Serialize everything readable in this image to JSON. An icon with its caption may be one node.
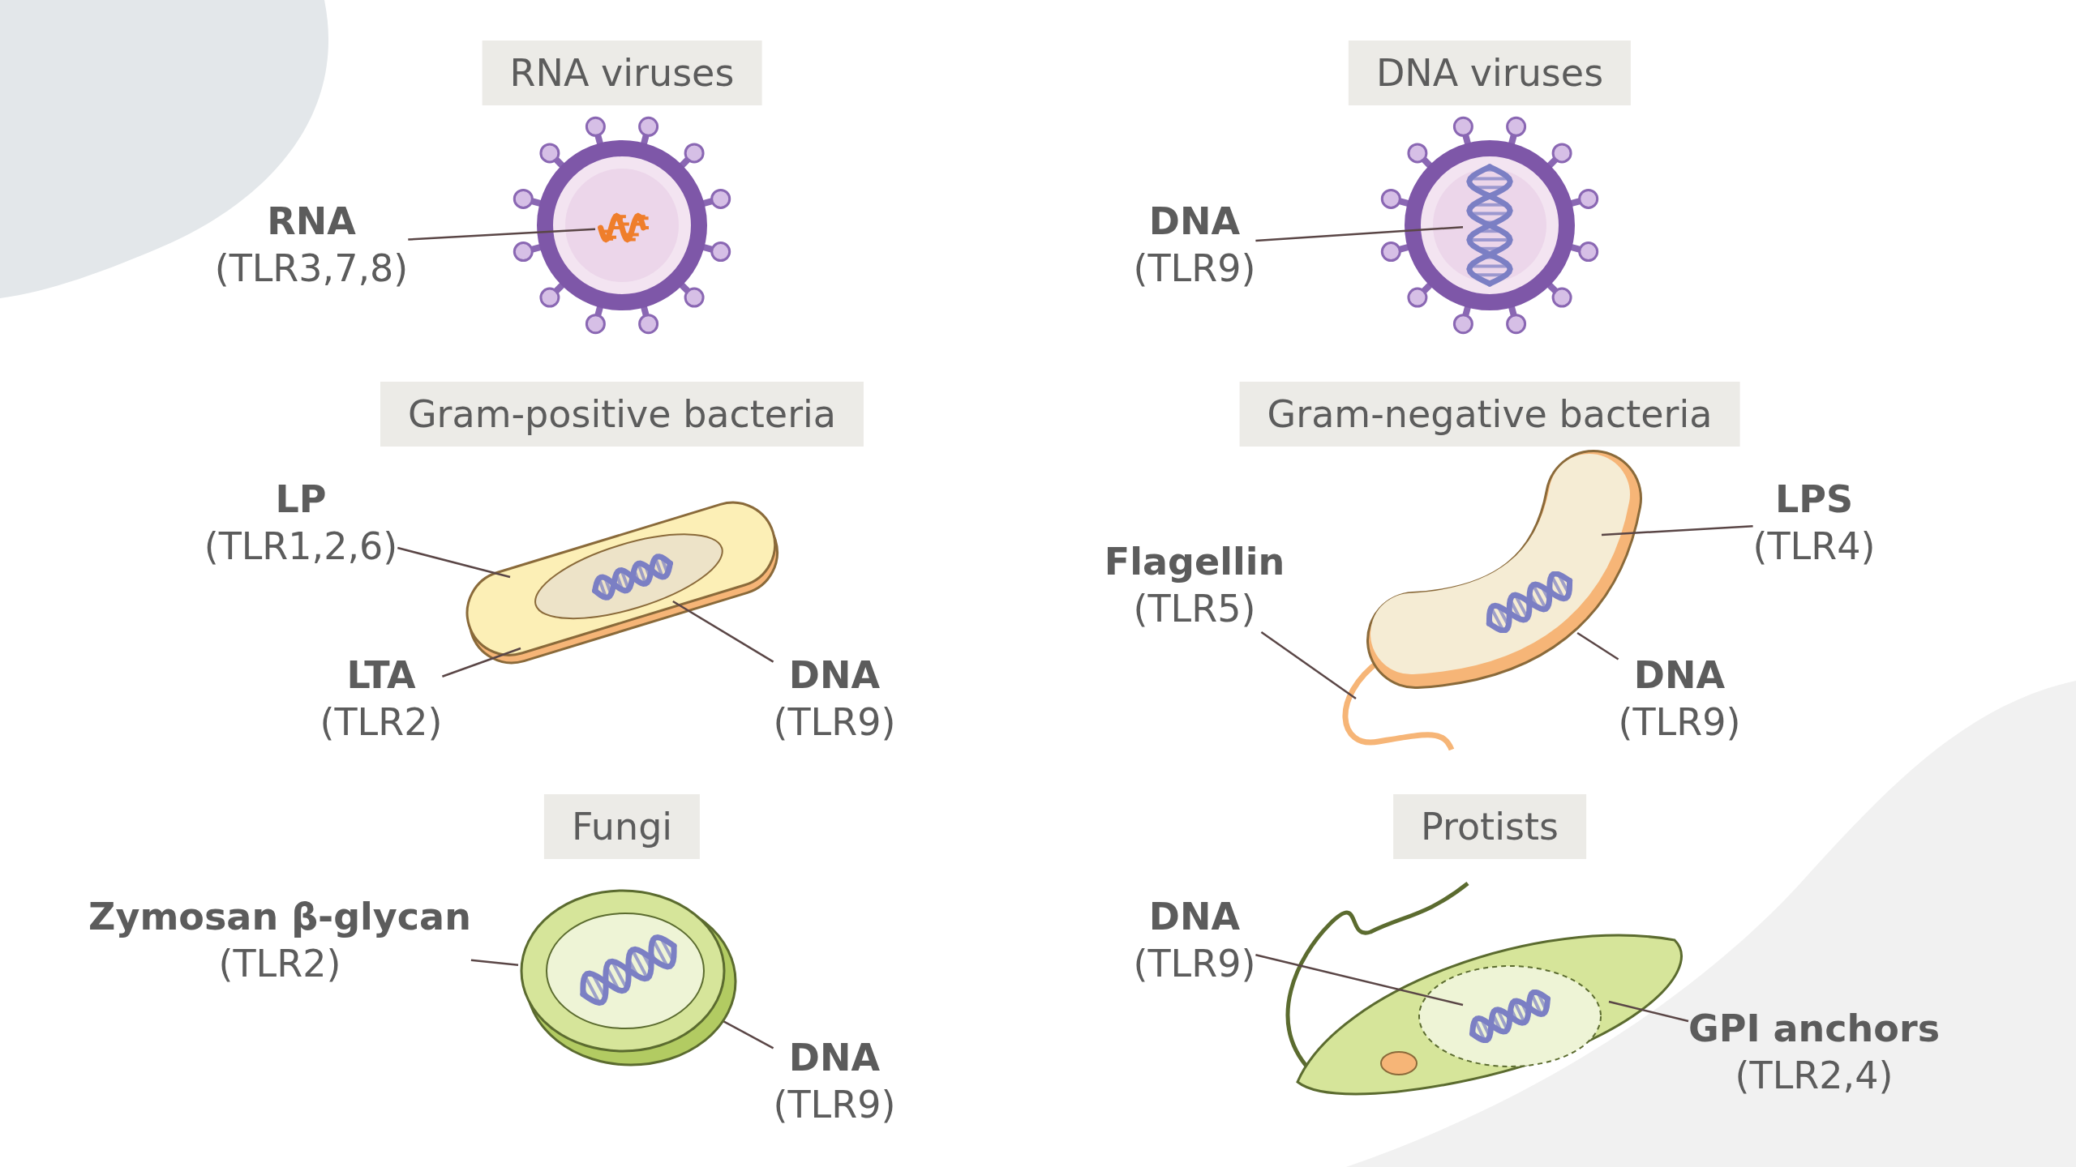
{
  "diagram": {
    "nodes": [
      {
        "text": [
          "RNA viruses"
        ]
      },
      {
        "text": [
          "RNA",
          "(TLR3,7,8)"
        ]
      },
      {
        "text": [],
        "shape": "picture"
      },
      {
        "text": [
          "DNA viruses"
        ]
      },
      {
        "text": [
          "DNA",
          "(TLR9)"
        ]
      },
      {
        "text": [],
        "shape": "picture"
      },
      {
        "text": [
          "Gram-positive bacteria"
        ]
      },
      {
        "text": [
          "LP",
          "(TLR1,2,6)"
        ]
      },
      {
        "text": [],
        "shape": "picture"
      },
      {
        "text": [
          "LTA",
          "(TLR2)"
        ]
      },
      {
        "text": [
          "DNA",
          "(TLR9)"
        ]
      },
      {
        "text": [
          "Gram-negative bacteria"
        ]
      },
      {
        "text": [
          "Flagellin",
          "(TLR5)"
        ]
      },
      {
        "text": [],
        "shape": "picture"
      },
      {
        "text": [
          "LPS",
          "(TLR4)"
        ]
      },
      {
        "text": [
          "DNA",
          "(TLR9)"
        ]
      },
      {
        "text": [
          "Fungi"
        ]
      },
      {
        "text": [
          "Zymosan β-glycan",
          "(TLR2)"
        ]
      },
      {
        "text": [],
        "shape": "picture"
      },
      {
        "text": [],
        "shape": "picture",
        "in": 18
      },
      {
        "text": [
          "DNA",
          "(TLR9)"
        ]
      },
      {
        "text": [
          "Protists"
        ]
      },
      {
        "text": [
          "DNA",
          "(TLR9)"
        ]
      },
      {
        "text": [],
        "shape": "picture"
      },
      {
        "text": [
          "GPI anchors",
          "(TLR2,4)"
        ]
      }
    ],
    "edges": [
      {
        "from": 1,
        "to": 2,
        "arrow": "none"
      },
      {
        "from": 4,
        "to": 5,
        "arrow": "none"
      },
      {
        "from": 7,
        "to": null,
        "arrow": "none"
      },
      {
        "from": 9,
        "to": null,
        "arrow": "none"
      },
      {
        "from": 10,
        "to": 8,
        "arrow": "none"
      },
      {
        "from": 12,
        "to": null,
        "arrow": "none"
      },
      {
        "from": 14,
        "to": null,
        "arrow": "none"
      },
      {
        "from": 15,
        "to": 13,
        "arrow": "none"
      },
      {
        "from": 17,
        "to": 18,
        "arrow": "none"
      },
      {
        "from": 20,
        "to": 19,
        "arrow": "none"
      },
      {
        "from": 22,
        "to": 23,
        "arrow": "none"
      },
      {
        "from": 24,
        "to": null,
        "arrow": "none"
      }
    ]
  }
}
